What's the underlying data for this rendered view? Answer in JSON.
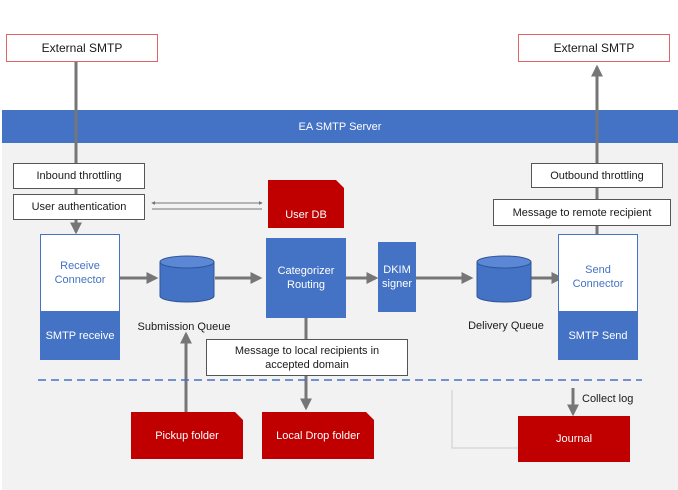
{
  "external_left": "External SMTP",
  "external_right": "External SMTP",
  "server_title": "EA SMTP Server",
  "inbound_throttling": "Inbound throttling",
  "user_authentication": "User authentication",
  "outbound_throttling": "Outbound throttling",
  "message_remote": "Message to remote recipient",
  "message_local": "Message to local recipients in accepted domain",
  "user_db": "User DB",
  "receive_connector": "Receive Connector",
  "smtp_receive": "SMTP receive",
  "submission_queue": "Submission Queue",
  "categorizer": "Categorizer Routing",
  "dkim": "DKIM signer",
  "delivery_queue": "Delivery Queue",
  "send_connector": "Send Connector",
  "smtp_send": "SMTP Send",
  "pickup_folder": "Pickup folder",
  "local_drop_folder": "Local Drop folder",
  "journal": "Journal",
  "collect_log": "Collect log",
  "colors": {
    "blue": "#4472c4",
    "red": "#c00000",
    "arrow": "#767676",
    "dash": "#4472c4",
    "panel": "#f2f2f2"
  },
  "icons": [
    "cylinder-icon",
    "document-icon"
  ]
}
